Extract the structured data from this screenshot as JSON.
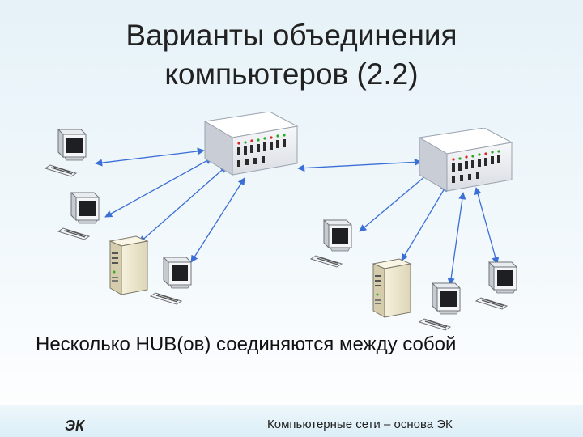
{
  "title": {
    "line1": "Варианты объединения",
    "line2": "компьютеров (2.2)"
  },
  "caption": "Несколько HUB(ов) соединяются между собой",
  "footer": {
    "left": "ЭК",
    "right": "Компьютерные сети – основа ЭК"
  },
  "colors": {
    "link": "#3b6fd6",
    "hub_face": "#f2f4f7",
    "hub_top": "#ffffff",
    "hub_shadow": "#c9ced6"
  },
  "nodes": [
    {
      "id": "hub1",
      "kind": "hub"
    },
    {
      "id": "hub2",
      "kind": "hub"
    },
    {
      "id": "pc1",
      "kind": "workstation"
    },
    {
      "id": "pc2",
      "kind": "workstation"
    },
    {
      "id": "srv1",
      "kind": "server"
    },
    {
      "id": "pc3",
      "kind": "workstation"
    },
    {
      "id": "pc4",
      "kind": "workstation"
    },
    {
      "id": "srv2",
      "kind": "server"
    },
    {
      "id": "pc5",
      "kind": "workstation"
    },
    {
      "id": "pc6",
      "kind": "workstation"
    }
  ],
  "links": [
    {
      "from": "hub1",
      "to": "pc1"
    },
    {
      "from": "hub1",
      "to": "pc2"
    },
    {
      "from": "hub1",
      "to": "srv1"
    },
    {
      "from": "hub1",
      "to": "pc3"
    },
    {
      "from": "hub1",
      "to": "hub2"
    },
    {
      "from": "hub2",
      "to": "pc4"
    },
    {
      "from": "hub2",
      "to": "srv2"
    },
    {
      "from": "hub2",
      "to": "pc5"
    },
    {
      "from": "hub2",
      "to": "pc6"
    }
  ]
}
